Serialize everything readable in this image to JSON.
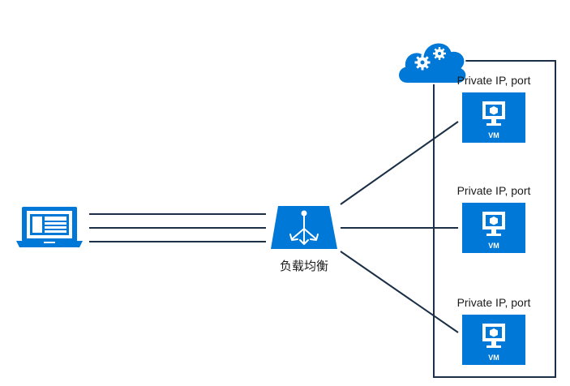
{
  "colors": {
    "azure_blue": "#0078d7",
    "line": "#1b2f47",
    "text": "#1b1b1b",
    "background": "#ffffff"
  },
  "client": {
    "icon": "laptop-icon"
  },
  "load_balancer": {
    "icon": "load-balancer-icon",
    "label": "负载均衡"
  },
  "cloud_service": {
    "icon": "cloud-gear-icon"
  },
  "vms": [
    {
      "endpoint_label": "Private IP, port",
      "vm_label": "VM",
      "icon": "monitor-cube-icon"
    },
    {
      "endpoint_label": "Private IP, port",
      "vm_label": "VM",
      "icon": "monitor-cube-icon"
    },
    {
      "endpoint_label": "Private IP, port",
      "vm_label": "VM",
      "icon": "monitor-cube-icon"
    }
  ]
}
